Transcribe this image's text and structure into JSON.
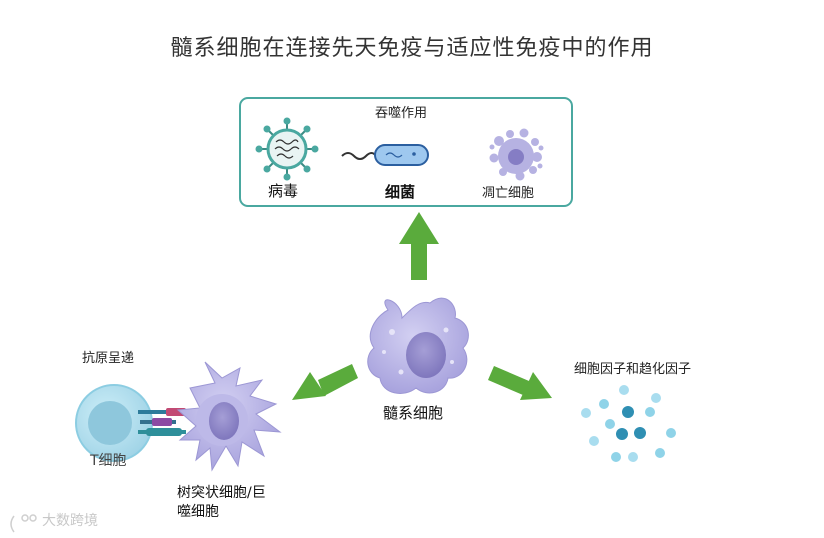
{
  "title": "髓系细胞在连接先天免疫与适应性免疫中的作用",
  "phagocytosis": {
    "label": "吞噬作用",
    "items": [
      {
        "label": "病毒"
      },
      {
        "label": "细菌"
      },
      {
        "label": "凋亡细胞"
      }
    ]
  },
  "center_cell": {
    "label": "髓系细胞"
  },
  "antigen_presentation": {
    "label": "抗原呈递",
    "t_cell_label": "T细胞",
    "dendritic_label": "树突状细胞/巨\n噬细胞"
  },
  "cytokines": {
    "label": "细胞因子和趋化因子"
  },
  "watermark": "大数跨境",
  "colors": {
    "box_border": "#4aa8a0",
    "arrow_green": "#5aab3c",
    "cell_purple": "#b9b6e6",
    "nucleus_purple": "#8f88c8",
    "t_cell_blue": "#a9d9ea",
    "dot_dark": "#2f8fb3",
    "dot_light": "#8fd3e8"
  }
}
